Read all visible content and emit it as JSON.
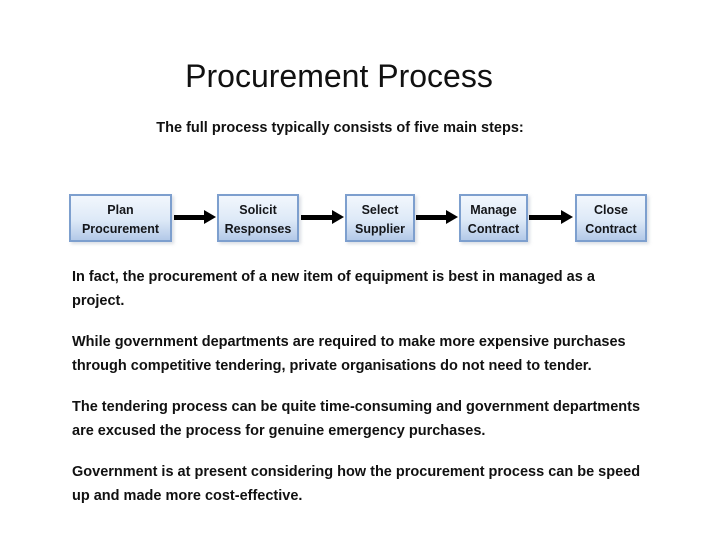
{
  "slide": {
    "title": "Procurement Process",
    "subtitle": "The full process typically consists of five main steps:",
    "process_steps": [
      {
        "lines": [
          "Plan",
          "Procurement"
        ]
      },
      {
        "lines": [
          "Solicit",
          "Responses"
        ]
      },
      {
        "lines": [
          "Select",
          "Supplier"
        ]
      },
      {
        "lines": [
          "Manage",
          "Contract"
        ]
      },
      {
        "lines": [
          "Close",
          "Contract"
        ]
      }
    ],
    "paragraphs": [
      {
        "lines": [
          "In fact, the procurement of a new item of equipment is best in managed as a",
          "project."
        ]
      },
      {
        "lines": [
          "While government departments are required to make more expensive purchases",
          "through competitive tendering, private organisations do not need to tender."
        ]
      },
      {
        "lines": [
          "The tendering process can be quite time-consuming and government departments",
          "are excused the process for genuine emergency purchases."
        ]
      },
      {
        "lines": [
          "Government is at present considering how the procurement process can be speed",
          "up and made more cost-effective."
        ]
      }
    ],
    "colors": {
      "background": "#ffffff",
      "text": "#111111",
      "box_text": "#14161a",
      "box_fill_top": "#f2f7fd",
      "box_fill_mid": "#dde9f7",
      "box_fill_bottom": "#b3c9e8",
      "box_border": "#7d9fce",
      "arrow": "#000000"
    }
  }
}
